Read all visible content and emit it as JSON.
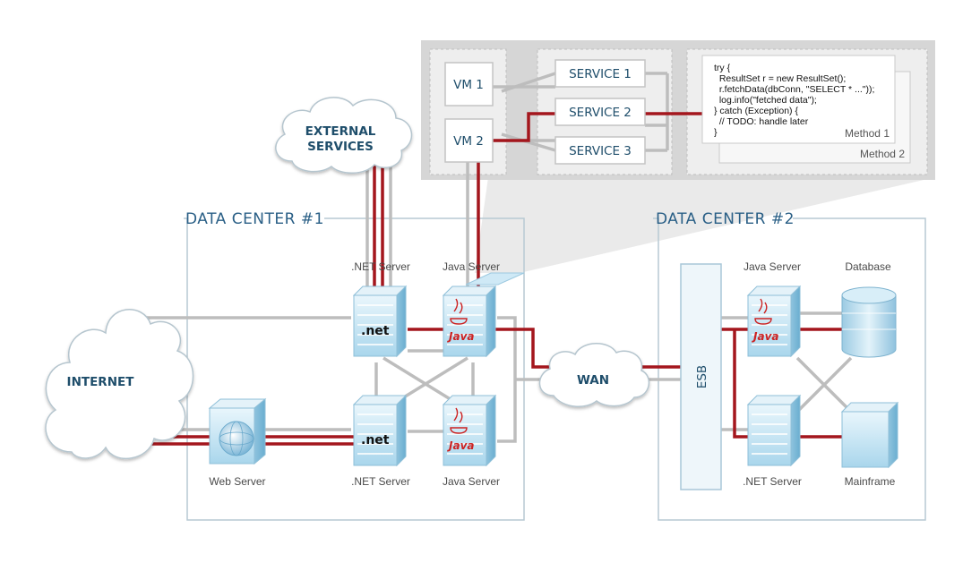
{
  "zoom_panel": {
    "vm": [
      "VM 1",
      "VM 2"
    ],
    "services": [
      "SERVICE 1",
      "SERVICE 2",
      "SERVICE 3"
    ],
    "code_lines": [
      "try {",
      "  ResultSet r = new ResultSet();",
      "  r.fetchData(dbConn, \"SELECT * ...\"));",
      "  log.info(\"fetched data\");",
      "} catch (Exception) {",
      "  // TODO: handle later",
      "}"
    ],
    "method1": "Method 1",
    "method2": "Method 2"
  },
  "clouds": {
    "external": [
      "EXTERNAL",
      "SERVICES"
    ],
    "internet": "INTERNET",
    "wan": "WAN"
  },
  "dc1": {
    "title": "DATA CENTER #1",
    "net_top": ".NET Server",
    "java_top": "Java Server",
    "net_bottom": ".NET Server",
    "java_bottom": "Java Server",
    "web": "Web Server"
  },
  "dc2": {
    "title": "DATA CENTER #2",
    "esb": "ESB",
    "java": "Java Server",
    "database": "Database",
    "net": ".NET Server",
    "mainframe": "Mainframe"
  },
  "logos": {
    "net": ".net",
    "java": "Java"
  },
  "colors": {
    "red_link": "#a4161d",
    "grey_link": "#bdbdbd",
    "frame": "#b7c9d3",
    "title": "#2a5f86"
  }
}
